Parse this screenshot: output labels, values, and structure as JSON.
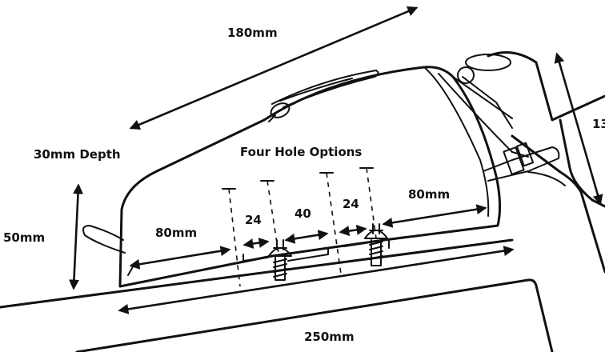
{
  "labels": {
    "top_length": "180mm",
    "depth": "30mm Depth",
    "height": "50mm",
    "hole_options": "Four Hole Options",
    "rear_offset": "80mm",
    "front_offset": "80mm",
    "spacing_left": "24",
    "spacing_middle": "40",
    "spacing_right": "24",
    "base_length": "250mm",
    "side_height_partial": "13"
  },
  "colors": {
    "line": "#111111",
    "background": "#ffffff"
  }
}
